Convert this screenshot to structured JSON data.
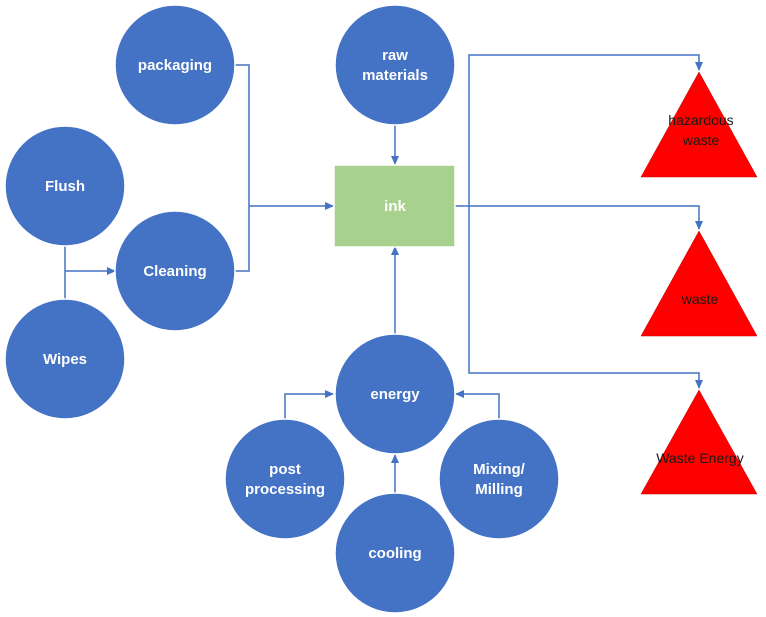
{
  "colors": {
    "circle_fill": "#4472C4",
    "ink_fill": "#A9D18E",
    "waste_fill": "#FF0000",
    "connector": "#4472C4"
  },
  "nodes": {
    "packaging": {
      "lines": [
        "packaging"
      ]
    },
    "raw_materials": {
      "lines": [
        "raw",
        "materials"
      ]
    },
    "flush": {
      "lines": [
        "Flush"
      ]
    },
    "cleaning": {
      "lines": [
        "Cleaning"
      ]
    },
    "wipes": {
      "lines": [
        "Wipes"
      ]
    },
    "ink": {
      "lines": [
        "ink"
      ]
    },
    "energy": {
      "lines": [
        "energy"
      ]
    },
    "post_processing": {
      "lines": [
        "post",
        "processing"
      ]
    },
    "mixing_milling": {
      "lines": [
        "Mixing/",
        "Milling"
      ]
    },
    "cooling": {
      "lines": [
        "cooling"
      ]
    },
    "hazardous_waste": {
      "lines": [
        "hazardous",
        "waste"
      ]
    },
    "waste": {
      "lines": [
        "waste"
      ]
    },
    "waste_energy": {
      "lines": [
        "Waste Energy"
      ]
    }
  }
}
